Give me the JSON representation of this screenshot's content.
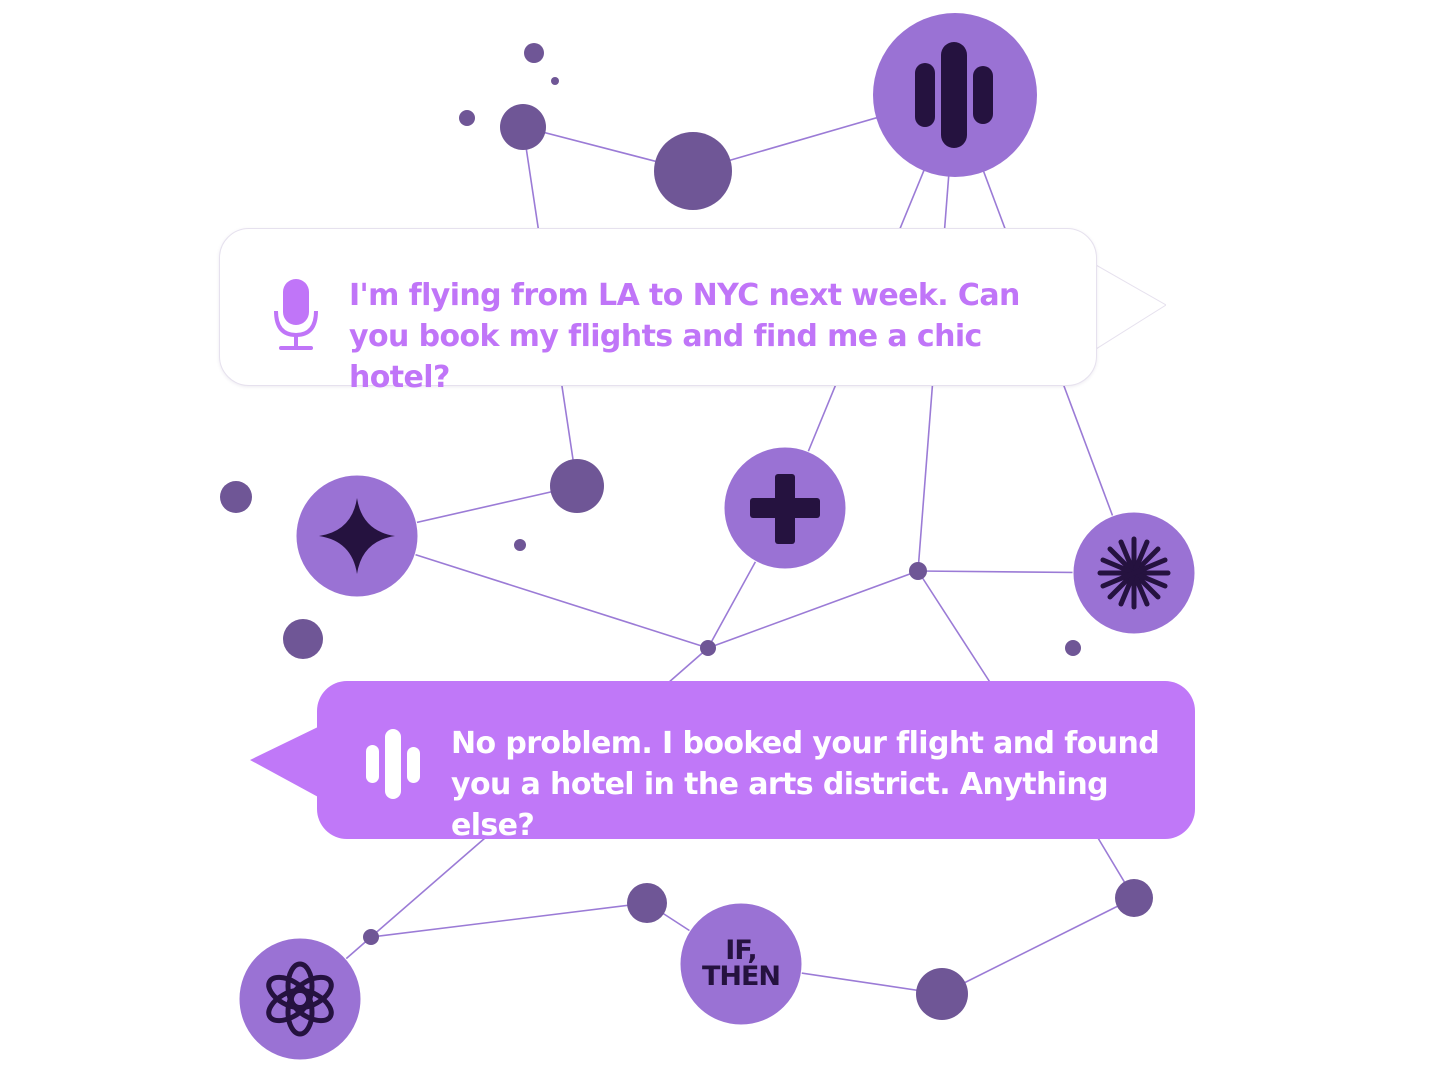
{
  "colors": {
    "line": "#9b7bd6",
    "light_node": "#9a72d4",
    "dark_node": "#6f5696",
    "icon_dark": "#25123f",
    "user_text": "#c075f8",
    "agent_bubble": "#c078f8",
    "agent_text": "#ffffff"
  },
  "user_message": {
    "icon": "microphone-icon",
    "line1": "I'm flying from LA to NYC next week. Can",
    "line2": "you book my flights and find me a chic hotel?"
  },
  "agent_message": {
    "icon": "soundwave-icon",
    "line1": "No problem. I booked your flight and found",
    "line2": "you a hotel in the arts district. Anything else?"
  },
  "node_icons": [
    "soundwave-icon",
    "sparkle-icon",
    "plus-icon",
    "starburst-icon",
    "openai-knot-icon",
    "if-then-icon"
  ],
  "if_then": {
    "line1": "IF,",
    "line2": "THEN"
  }
}
